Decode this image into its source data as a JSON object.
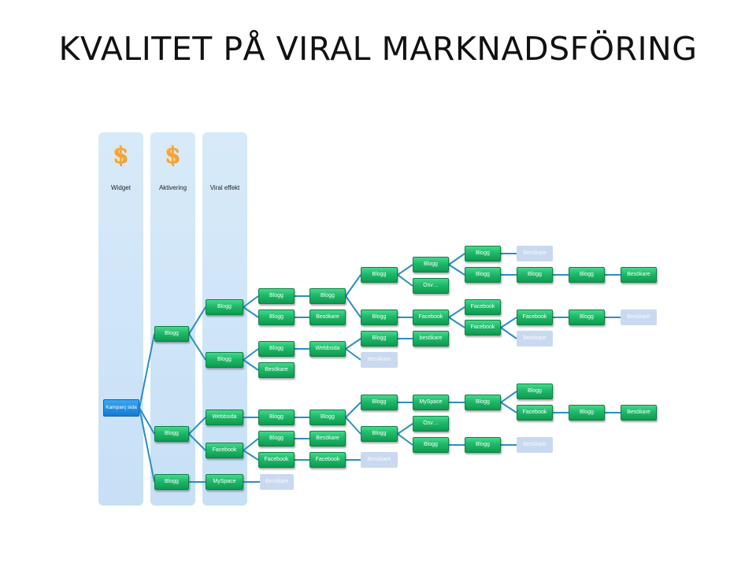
{
  "title": "KVALITET PÅ VIRAL MARKNADSFÖRING",
  "lanes": {
    "widget": "Widget",
    "aktivering": "Aktivering",
    "viral": "Viral effekt"
  },
  "icons": {
    "dollar": "$"
  },
  "nodes": {
    "root": "Kampanj sida",
    "a1": "Blogg",
    "a2": "Blogg",
    "a3": "Blogg",
    "b1": "Blogg",
    "b2": "Blogg",
    "b3": "Webbsida",
    "b4": "Facebook",
    "b5": "MySpace",
    "c1": "Blogg",
    "c2": "Blogg",
    "c3": "Blogg",
    "c4": "Besökare",
    "c5": "Blogg",
    "c6": "Blogg",
    "c7": "Facebook",
    "c8": "Besökare",
    "d1": "Blogg",
    "d2": "Besökare",
    "d3": "Webbsida",
    "d4": "Blogg",
    "d5": "Besökare",
    "d6": "Facebook",
    "e1": "Blogg",
    "e2": "Blogg",
    "e3": "Blogg",
    "e4": "Besökare",
    "e5": "Blogg",
    "e6": "Blogg",
    "e7": "Besökare",
    "f1": "Blogg",
    "f2": "Osv…",
    "f3": "Facebook",
    "f4": "besökare",
    "f5": "MySpace",
    "f6": "Osv…",
    "f7": "Blogg",
    "g1": "Blogg",
    "g2": "Blogg",
    "g3": "Facebook",
    "g4": "Facebook",
    "g5": "Blogg",
    "g6": "Blogg",
    "h1": "Besökare",
    "h2": "Blogg",
    "h3": "Facebook",
    "h4": "Besökare",
    "h5": "Blogg",
    "h6": "Facebook",
    "h7": "Besökare",
    "i1": "Blogg",
    "i2": "Blogg",
    "i3": "Blogg",
    "j1": "Besökare",
    "j2": "Besökare",
    "j3": "Besökare"
  }
}
